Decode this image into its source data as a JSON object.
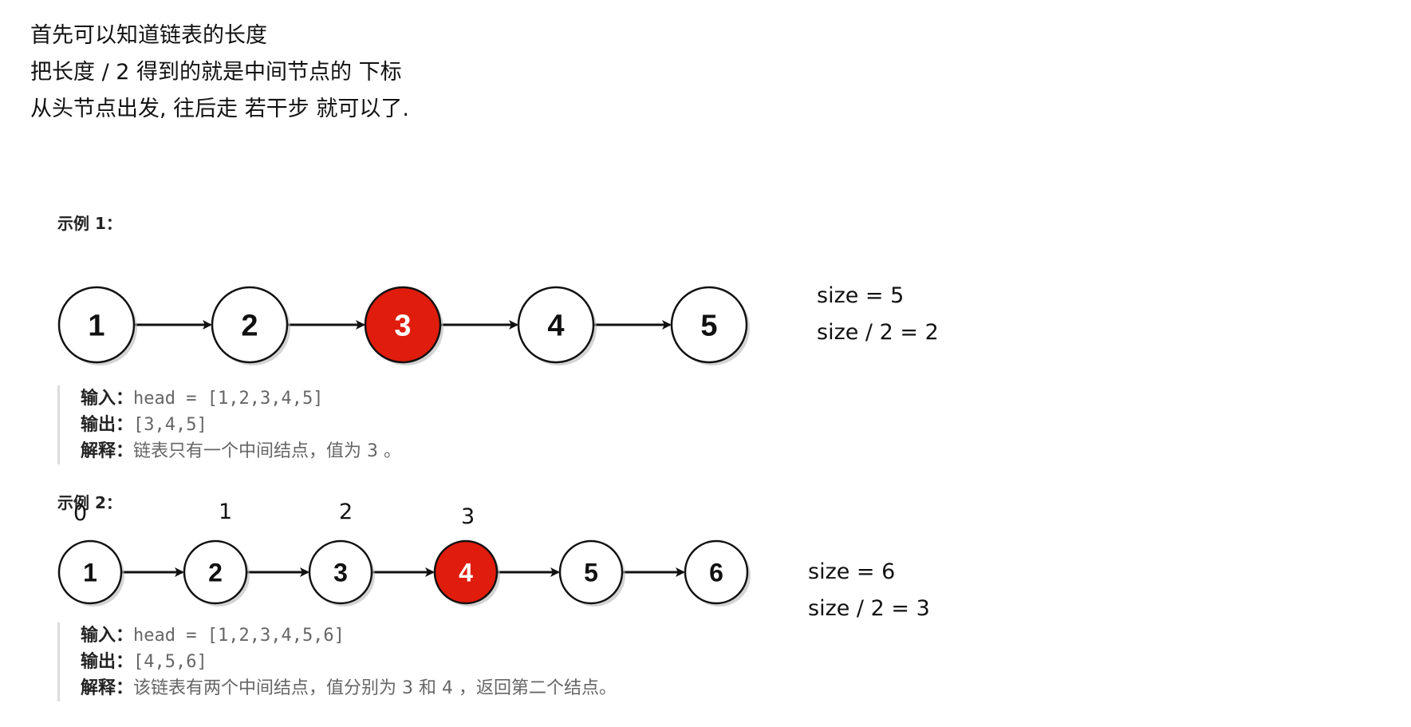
{
  "intro": {
    "lines": [
      "首先可以知道链表的长度",
      "把长度 / 2 得到的就是中间节点的 下标",
      "从头节点出发, 往后走 若干步 就可以了."
    ]
  },
  "example1": {
    "title": "示例 1：",
    "nodes": [
      "1",
      "2",
      "3",
      "4",
      "5"
    ],
    "highlight_index": 2,
    "size_lines": [
      "size = 5",
      "size / 2 = 2"
    ],
    "input_label": "输入：",
    "input_value": "head = [1,2,3,4,5]",
    "output_label": "输出：",
    "output_value": "[3,4,5]",
    "explain_label": "解释：",
    "explain_value": "链表只有一个中间结点，值为 3 。"
  },
  "example2": {
    "title": "示例 2：",
    "indices": [
      "0",
      "1",
      "2",
      "3"
    ],
    "nodes": [
      "1",
      "2",
      "3",
      "4",
      "5",
      "6"
    ],
    "highlight_index": 3,
    "size_lines": [
      "size = 6",
      "size / 2 = 3"
    ],
    "input_label": "输入：",
    "input_value": "head = [1,2,3,4,5,6]",
    "output_label": "输出：",
    "output_value": "[4,5,6]",
    "explain_label": "解释：",
    "explain_value": "该链表有两个中间结点，值分别为 3 和 4 ，返回第二个结点。"
  },
  "colors": {
    "highlight_fill": "#e01c0c",
    "node_fill": "#ffffff",
    "node_stroke": "#111111",
    "shadow": "#b8b8b8"
  }
}
